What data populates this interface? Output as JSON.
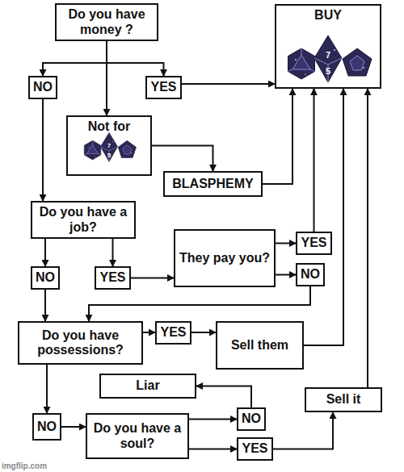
{
  "diagram": {
    "nodes": [
      {
        "text": [
          "Do you have money ?"
        ]
      },
      {
        "text": [
          "BUY"
        ]
      },
      {
        "text": [
          "NO"
        ]
      },
      {
        "text": [
          "YES"
        ]
      },
      {
        "text": [
          "Not for"
        ]
      },
      {
        "text": [
          "BLASPHEMY"
        ]
      },
      {
        "text": [
          "Do you have a job?"
        ]
      },
      {
        "text": [
          "NO"
        ]
      },
      {
        "text": [
          "YES"
        ]
      },
      {
        "text": [
          "They pay you?"
        ]
      },
      {
        "text": [
          "YES"
        ]
      },
      {
        "text": [
          "NO"
        ]
      },
      {
        "text": [
          "Do you have possessions?"
        ]
      },
      {
        "text": [
          "YES"
        ]
      },
      {
        "text": [
          "Sell them"
        ]
      },
      {
        "text": [
          "Liar"
        ]
      },
      {
        "text": [
          "Sell it"
        ]
      },
      {
        "text": [
          "NO"
        ]
      },
      {
        "text": [
          "Do you have a soul?"
        ]
      },
      {
        "text": [
          "NO"
        ]
      },
      {
        "text": [
          "YES"
        ]
      }
    ],
    "edges": [
      {
        "from": 0,
        "to": 2,
        "arrow": "to"
      },
      {
        "from": 0,
        "to": 4,
        "arrow": "to"
      },
      {
        "from": 0,
        "to": 3,
        "arrow": "to"
      },
      {
        "from": 3,
        "to": 1,
        "arrow": "to"
      },
      {
        "from": 4,
        "to": 5,
        "arrow": "to"
      },
      {
        "from": 5,
        "to": 1,
        "arrow": "to"
      },
      {
        "from": 2,
        "to": 6,
        "arrow": "to"
      },
      {
        "from": 6,
        "to": 7,
        "arrow": "to"
      },
      {
        "from": 6,
        "to": 8,
        "arrow": "to"
      },
      {
        "from": 8,
        "to": 9,
        "arrow": "to"
      },
      {
        "from": 9,
        "to": 10,
        "arrow": "to"
      },
      {
        "from": 9,
        "to": 11,
        "arrow": "to"
      },
      {
        "from": 10,
        "to": 1,
        "arrow": "to"
      },
      {
        "from": 11,
        "to": 12,
        "arrow": "to"
      },
      {
        "from": 7,
        "to": 12,
        "arrow": "to"
      },
      {
        "from": 12,
        "to": 13,
        "arrow": "to"
      },
      {
        "from": 13,
        "to": 14,
        "arrow": "to"
      },
      {
        "from": 14,
        "to": 1,
        "arrow": "to"
      },
      {
        "from": 12,
        "to": 17,
        "arrow": "to"
      },
      {
        "from": 17,
        "to": 18,
        "arrow": "to"
      },
      {
        "from": 18,
        "to": 19,
        "arrow": "to"
      },
      {
        "from": 18,
        "to": 20,
        "arrow": "to"
      },
      {
        "from": 19,
        "to": 15,
        "arrow": "to"
      },
      {
        "from": 20,
        "to": 16,
        "arrow": "to"
      },
      {
        "from": 16,
        "to": 1,
        "arrow": "to"
      }
    ],
    "labels": [
      "7",
      "5",
      "7",
      "5",
      "imgflip.com"
    ]
  }
}
